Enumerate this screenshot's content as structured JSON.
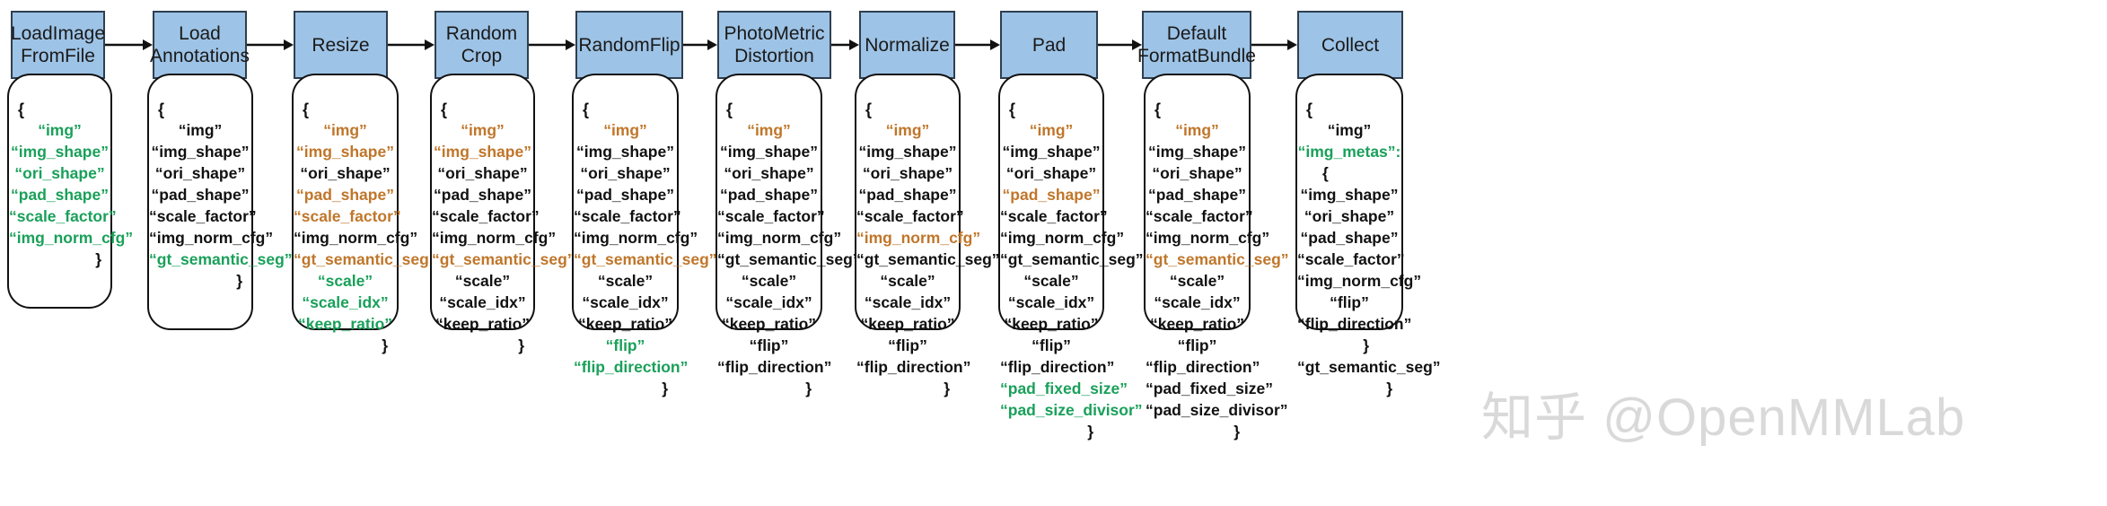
{
  "colors": {
    "box_fill": "#9dc3e6",
    "box_border": "#2f3f4f",
    "added_key": "#1aa05a",
    "modified_key": "#c0762a",
    "unchanged_key": "#111111"
  },
  "steps": [
    {
      "label": "LoadImage\nFromFile",
      "keys": [
        {
          "text": "“img”",
          "status": "added"
        },
        {
          "text": "“img_shape”",
          "status": "added"
        },
        {
          "text": "“ori_shape”",
          "status": "added"
        },
        {
          "text": "“pad_shape”",
          "status": "added"
        },
        {
          "text": "“scale_factor”",
          "status": "added"
        },
        {
          "text": "“img_norm_cfg”",
          "status": "added"
        }
      ]
    },
    {
      "label": "Load\nAnnotations",
      "keys": [
        {
          "text": "“img”",
          "status": "unchanged"
        },
        {
          "text": "“img_shape”",
          "status": "unchanged"
        },
        {
          "text": "“ori_shape”",
          "status": "unchanged"
        },
        {
          "text": "“pad_shape”",
          "status": "unchanged"
        },
        {
          "text": "“scale_factor”",
          "status": "unchanged"
        },
        {
          "text": "“img_norm_cfg”",
          "status": "unchanged"
        },
        {
          "text": "“gt_semantic_seg”",
          "status": "added"
        }
      ]
    },
    {
      "label": "Resize",
      "keys": [
        {
          "text": "“img”",
          "status": "modified"
        },
        {
          "text": "“img_shape”",
          "status": "modified"
        },
        {
          "text": "“ori_shape”",
          "status": "unchanged"
        },
        {
          "text": "“pad_shape”",
          "status": "modified"
        },
        {
          "text": "“scale_factor”",
          "status": "modified"
        },
        {
          "text": "“img_norm_cfg”",
          "status": "unchanged"
        },
        {
          "text": "“gt_semantic_seg”",
          "status": "modified"
        },
        {
          "text": "“scale”",
          "status": "added"
        },
        {
          "text": "“scale_idx”",
          "status": "added"
        },
        {
          "text": "“keep_ratio”",
          "status": "added"
        }
      ]
    },
    {
      "label": "Random\nCrop",
      "keys": [
        {
          "text": "“img”",
          "status": "modified"
        },
        {
          "text": "“img_shape”",
          "status": "modified"
        },
        {
          "text": "“ori_shape”",
          "status": "unchanged"
        },
        {
          "text": "“pad_shape”",
          "status": "unchanged"
        },
        {
          "text": "“scale_factor”",
          "status": "unchanged"
        },
        {
          "text": "“img_norm_cfg”",
          "status": "unchanged"
        },
        {
          "text": "“gt_semantic_seg”",
          "status": "modified"
        },
        {
          "text": "“scale”",
          "status": "unchanged"
        },
        {
          "text": "“scale_idx”",
          "status": "unchanged"
        },
        {
          "text": "“keep_ratio”",
          "status": "unchanged"
        }
      ]
    },
    {
      "label": "RandomFlip",
      "keys": [
        {
          "text": "“img”",
          "status": "modified"
        },
        {
          "text": "“img_shape”",
          "status": "unchanged"
        },
        {
          "text": "“ori_shape”",
          "status": "unchanged"
        },
        {
          "text": "“pad_shape”",
          "status": "unchanged"
        },
        {
          "text": "“scale_factor”",
          "status": "unchanged"
        },
        {
          "text": "“img_norm_cfg”",
          "status": "unchanged"
        },
        {
          "text": "“gt_semantic_seg”",
          "status": "modified"
        },
        {
          "text": "“scale”",
          "status": "unchanged"
        },
        {
          "text": "“scale_idx”",
          "status": "unchanged"
        },
        {
          "text": "“keep_ratio”",
          "status": "unchanged"
        },
        {
          "text": "“flip”",
          "status": "added"
        },
        {
          "text": "“flip_direction”",
          "status": "added"
        }
      ]
    },
    {
      "label": "PhotoMetric\nDistortion",
      "keys": [
        {
          "text": "“img”",
          "status": "modified"
        },
        {
          "text": "“img_shape”",
          "status": "unchanged"
        },
        {
          "text": "“ori_shape”",
          "status": "unchanged"
        },
        {
          "text": "“pad_shape”",
          "status": "unchanged"
        },
        {
          "text": "“scale_factor”",
          "status": "unchanged"
        },
        {
          "text": "“img_norm_cfg”",
          "status": "unchanged"
        },
        {
          "text": "“gt_semantic_seg”",
          "status": "unchanged"
        },
        {
          "text": "“scale”",
          "status": "unchanged"
        },
        {
          "text": "“scale_idx”",
          "status": "unchanged"
        },
        {
          "text": "“keep_ratio”",
          "status": "unchanged"
        },
        {
          "text": "“flip”",
          "status": "unchanged"
        },
        {
          "text": "“flip_direction”",
          "status": "unchanged"
        }
      ]
    },
    {
      "label": "Normalize",
      "keys": [
        {
          "text": "“img”",
          "status": "modified"
        },
        {
          "text": "“img_shape”",
          "status": "unchanged"
        },
        {
          "text": "“ori_shape”",
          "status": "unchanged"
        },
        {
          "text": "“pad_shape”",
          "status": "unchanged"
        },
        {
          "text": "“scale_factor”",
          "status": "unchanged"
        },
        {
          "text": "“img_norm_cfg”",
          "status": "modified"
        },
        {
          "text": "“gt_semantic_seg”",
          "status": "unchanged"
        },
        {
          "text": "“scale”",
          "status": "unchanged"
        },
        {
          "text": "“scale_idx”",
          "status": "unchanged"
        },
        {
          "text": "“keep_ratio”",
          "status": "unchanged"
        },
        {
          "text": "“flip”",
          "status": "unchanged"
        },
        {
          "text": "“flip_direction”",
          "status": "unchanged"
        }
      ]
    },
    {
      "label": "Pad",
      "keys": [
        {
          "text": "“img”",
          "status": "modified"
        },
        {
          "text": "“img_shape”",
          "status": "unchanged"
        },
        {
          "text": "“ori_shape”",
          "status": "unchanged"
        },
        {
          "text": "“pad_shape”",
          "status": "modified"
        },
        {
          "text": "“scale_factor”",
          "status": "unchanged"
        },
        {
          "text": "“img_norm_cfg”",
          "status": "unchanged"
        },
        {
          "text": "“gt_semantic_seg”",
          "status": "unchanged"
        },
        {
          "text": "“scale”",
          "status": "unchanged"
        },
        {
          "text": "“scale_idx”",
          "status": "unchanged"
        },
        {
          "text": "“keep_ratio”",
          "status": "unchanged"
        },
        {
          "text": "“flip”",
          "status": "unchanged"
        },
        {
          "text": "“flip_direction”",
          "status": "unchanged"
        },
        {
          "text": "“pad_fixed_size”",
          "status": "added"
        },
        {
          "text": "“pad_size_divisor”",
          "status": "added"
        }
      ]
    },
    {
      "label": "Default\nFormatBundle",
      "keys": [
        {
          "text": "“img”",
          "status": "modified"
        },
        {
          "text": "“img_shape”",
          "status": "unchanged"
        },
        {
          "text": "“ori_shape”",
          "status": "unchanged"
        },
        {
          "text": "“pad_shape”",
          "status": "unchanged"
        },
        {
          "text": "“scale_factor”",
          "status": "unchanged"
        },
        {
          "text": "“img_norm_cfg”",
          "status": "unchanged"
        },
        {
          "text": "“gt_semantic_seg”",
          "status": "modified"
        },
        {
          "text": "“scale”",
          "status": "unchanged"
        },
        {
          "text": "“scale_idx”",
          "status": "unchanged"
        },
        {
          "text": "“keep_ratio”",
          "status": "unchanged"
        },
        {
          "text": "“flip”",
          "status": "unchanged"
        },
        {
          "text": "“flip_direction”",
          "status": "unchanged"
        },
        {
          "text": "“pad_fixed_size”",
          "status": "unchanged"
        },
        {
          "text": "“pad_size_divisor”",
          "status": "unchanged"
        }
      ]
    },
    {
      "label": "Collect",
      "keys": [
        {
          "text": "“img”",
          "status": "unchanged"
        },
        {
          "text": "“img_metas”:",
          "status": "added"
        },
        {
          "text": "{",
          "status": "nested-open"
        },
        {
          "text": "“img_shape”",
          "status": "unchanged"
        },
        {
          "text": "“ori_shape”",
          "status": "unchanged"
        },
        {
          "text": "“pad_shape”",
          "status": "unchanged"
        },
        {
          "text": "“scale_factor”",
          "status": "unchanged"
        },
        {
          "text": "“img_norm_cfg”",
          "status": "unchanged"
        },
        {
          "text": "“flip”",
          "status": "unchanged"
        },
        {
          "text": "“flip_direction”",
          "status": "unchanged"
        },
        {
          "text": "}",
          "status": "nested-close"
        },
        {
          "text": "“gt_semantic_seg”",
          "status": "unchanged"
        }
      ]
    }
  ],
  "braces": {
    "open": "{",
    "close": "}"
  },
  "watermark": "知乎 @OpenMMLab"
}
